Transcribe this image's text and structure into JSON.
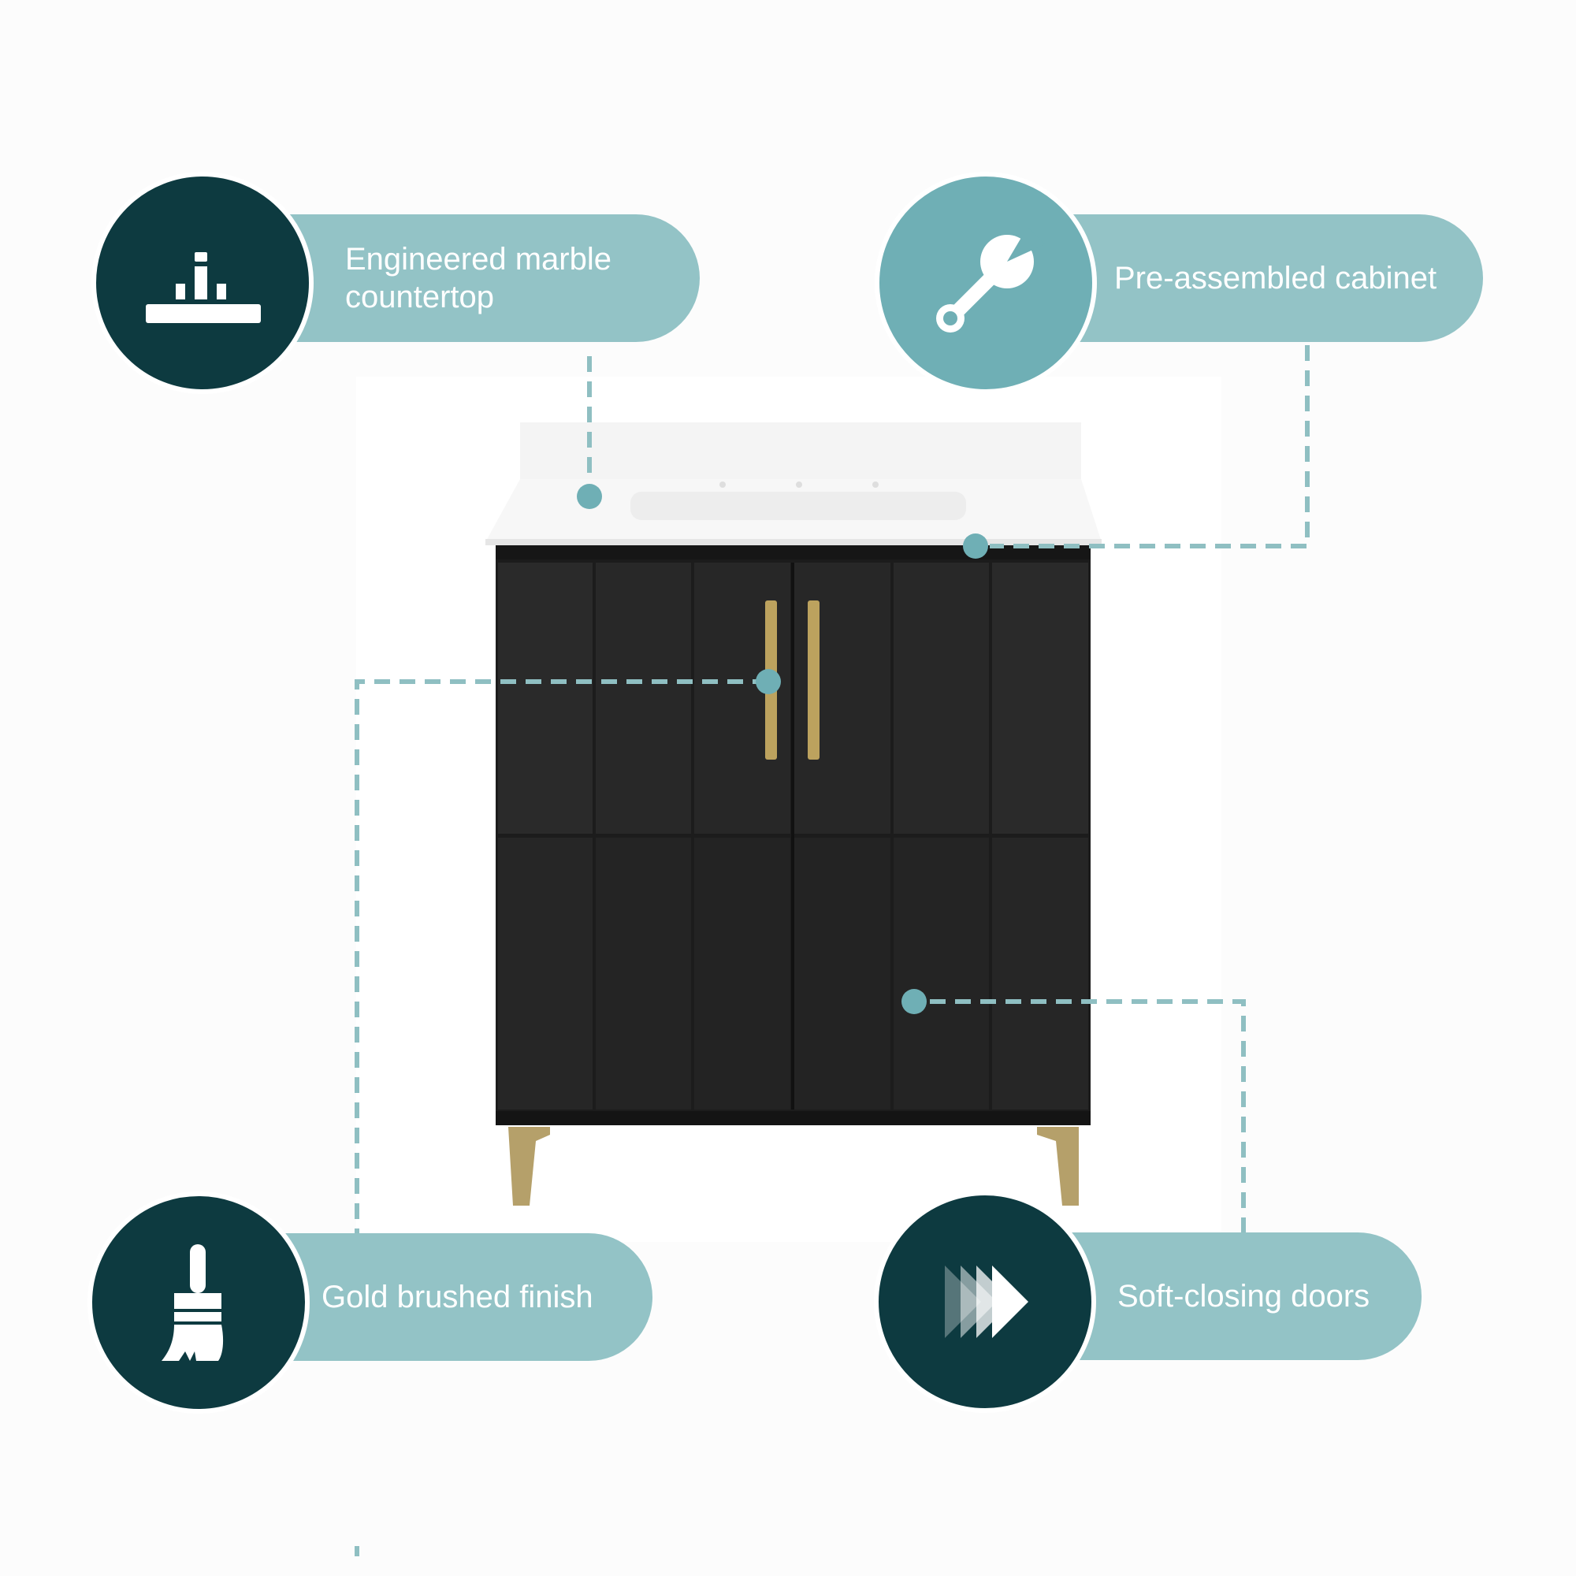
{
  "colors": {
    "dark_teal": "#0d3a40",
    "teal": "#6fafb5",
    "pill_teal": "#93c3c6",
    "cabinet_black": "#252525",
    "gold": "#bca25e",
    "countertop_white": "#ffffff"
  },
  "features": [
    {
      "label_line1": "Engineered marble",
      "label_line2": "countertop",
      "icon": "countertop-icon"
    },
    {
      "label": "Pre-assembled cabinet",
      "icon": "wrench-icon"
    },
    {
      "label": "Gold brushed finish",
      "icon": "brush-icon"
    },
    {
      "label": "Soft-closing doors",
      "icon": "fast-forward-icon"
    }
  ],
  "product": {
    "name": "bathroom vanity",
    "finish": "black",
    "hardware": "gold",
    "doors": 2
  }
}
